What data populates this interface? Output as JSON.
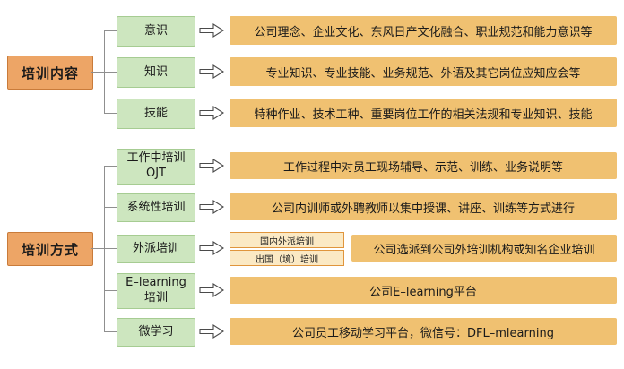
{
  "colors": {
    "green_fill": "#cde6bf",
    "green_border": "#a6cc92",
    "orange_fill": "#f0c171",
    "main_fill": "#eda566",
    "main_border": "#c97b3a",
    "sub_fill": "#fbe9c4",
    "sub_border": "#e0953c",
    "connector_line": "#8f8f8f"
  },
  "top_section": {
    "label": "培训内容",
    "rows": [
      {
        "category": "意识",
        "description": "公司理念、企业文化、东风日产文化融合、职业规范和能力意识等"
      },
      {
        "category": "知识",
        "description": "专业知识、专业技能、业务规范、外语及其它岗位应知应会等"
      },
      {
        "category": "技能",
        "description": "特种作业、技术工种、重要岗位工作的相关法规和专业知识、技能"
      }
    ]
  },
  "bottom_section": {
    "label": "培训方式",
    "rows": [
      {
        "category": "工作中培训\nOJT",
        "description": "工作过程中对员工现场辅导、示范、训练、业务说明等"
      },
      {
        "category": "系统性培训",
        "description": "公司内训师或外聘教师以集中授课、讲座、训练等方式进行"
      },
      {
        "category": "外派培训",
        "sub_options": [
          "国内外派培训",
          "出国（境）培训"
        ],
        "description": "公司选派到公司外培训机构或知名企业培训"
      },
      {
        "category": "E–learning\n培训",
        "description": "公司E–learning平台"
      },
      {
        "category": "微学习",
        "description": "公司员工移动学习平台，微信号：DFL–mlearning"
      }
    ]
  }
}
